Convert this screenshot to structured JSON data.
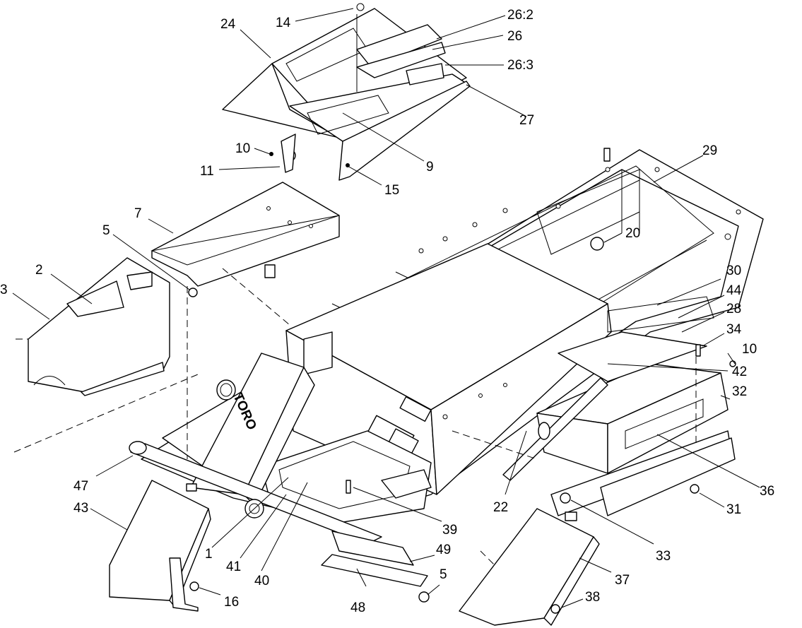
{
  "diagram": {
    "logo_text": "TORO",
    "callouts": [
      "24",
      "14",
      "26:2",
      "26",
      "26:3",
      "27",
      "9",
      "10",
      "11",
      "15",
      "29",
      "7",
      "5",
      "20",
      "2",
      "3",
      "30",
      "44",
      "28",
      "34",
      "10",
      "42",
      "32",
      "36",
      "31",
      "22",
      "47",
      "43",
      "1",
      "41",
      "40",
      "39",
      "49",
      "48",
      "5",
      "33",
      "37",
      "38",
      "16"
    ]
  }
}
